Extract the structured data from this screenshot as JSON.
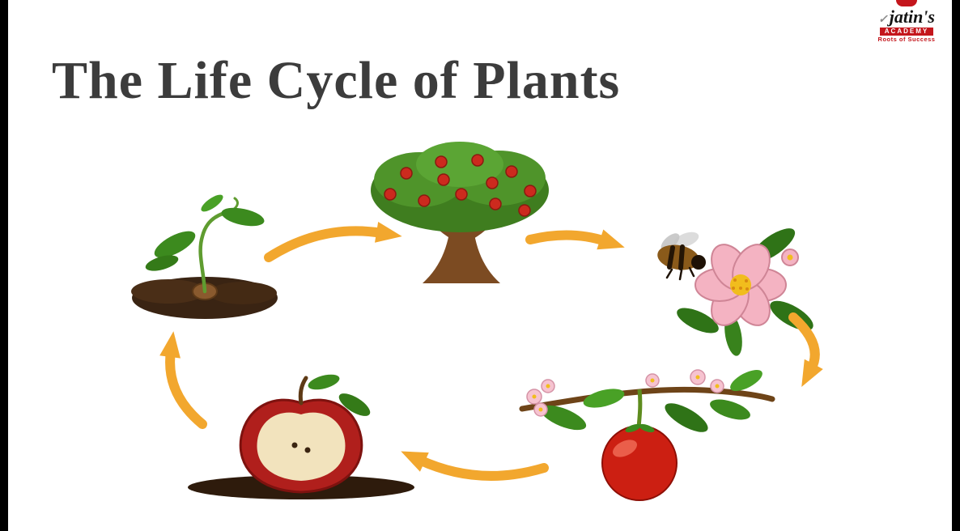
{
  "page": {
    "title": "The Life Cycle of Plants"
  },
  "logo": {
    "name": "jatin's",
    "academy": "ACADEMY",
    "tagline": "Roots of Success"
  },
  "diagram": {
    "stages": [
      {
        "name": "seedling-in-soil"
      },
      {
        "name": "fruit-tree"
      },
      {
        "name": "bee-pollinating-flower"
      },
      {
        "name": "flowering-branch-with-fruit"
      },
      {
        "name": "cut-fruit-with-seeds"
      }
    ],
    "arrows": [
      "seedling-to-tree",
      "tree-to-flower",
      "flower-to-fruit",
      "fruit-to-cut-fruit",
      "cut-fruit-to-seedling"
    ],
    "arrow_color": "#F2A72E"
  },
  "colors": {
    "title": "#3C3C3C",
    "background": "#FFFFFF",
    "letterbox": "#000000",
    "logo_red": "#C4161C",
    "leaf_green": "#3C8A1E",
    "soil_brown": "#3A2413",
    "fruit_red": "#CC1F12"
  }
}
